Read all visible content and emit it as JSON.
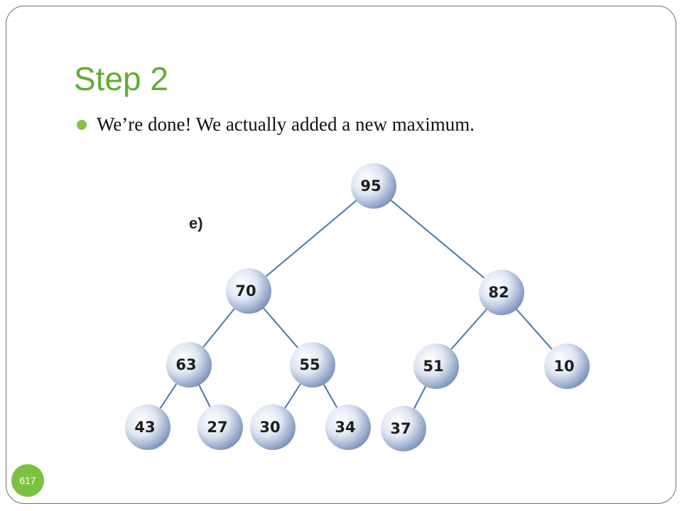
{
  "slide": {
    "title": "Step 2",
    "bullet": "We’re done! We actually added a new maximum.",
    "page_number": "617"
  },
  "diagram": {
    "step_label": "e)",
    "colors": {
      "node_light": "#ffffff",
      "node_dark": "#6e86b4",
      "edge": "#4a78a8"
    },
    "nodes": [
      {
        "id": "n95",
        "label": "95"
      },
      {
        "id": "n70",
        "label": "70"
      },
      {
        "id": "n82",
        "label": "82"
      },
      {
        "id": "n63",
        "label": "63"
      },
      {
        "id": "n55",
        "label": "55"
      },
      {
        "id": "n51",
        "label": "51"
      },
      {
        "id": "n10",
        "label": "10"
      },
      {
        "id": "n43",
        "label": "43"
      },
      {
        "id": "n27",
        "label": "27"
      },
      {
        "id": "n30",
        "label": "30"
      },
      {
        "id": "n34",
        "label": "34"
      },
      {
        "id": "n37",
        "label": "37"
      }
    ],
    "edges": [
      [
        "n95",
        "n70"
      ],
      [
        "n95",
        "n82"
      ],
      [
        "n70",
        "n63"
      ],
      [
        "n70",
        "n55"
      ],
      [
        "n82",
        "n51"
      ],
      [
        "n82",
        "n10"
      ],
      [
        "n63",
        "n43"
      ],
      [
        "n63",
        "n27"
      ],
      [
        "n55",
        "n30"
      ],
      [
        "n55",
        "n34"
      ],
      [
        "n51",
        "n37"
      ]
    ]
  }
}
